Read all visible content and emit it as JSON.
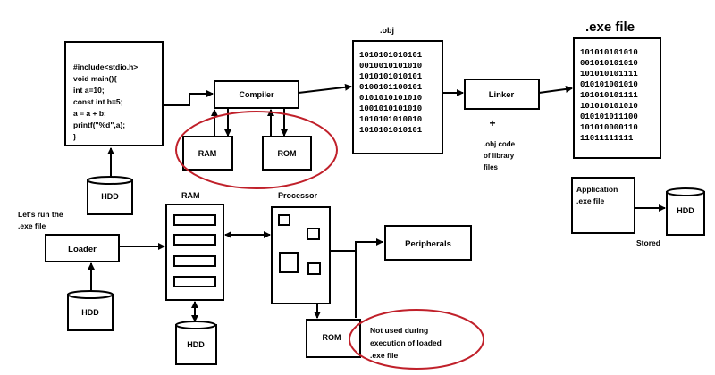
{
  "title_obj": ".obj",
  "title_exe": ".exe file",
  "source_code": [
    "#include<stdio.h>",
    "void main(){",
    "int a=10;",
    "const int b=5;",
    "a = a + b;",
    "printf(\"%d\",a);",
    "}"
  ],
  "compiler": "Compiler",
  "ram_top": "RAM",
  "rom_top": "ROM",
  "hdd_top": "HDD",
  "obj_binary": [
    "1010101010101",
    "0010010101010",
    "1010101010101",
    "0100101100101",
    "0101010101010",
    "1001010101010",
    "1010101010010",
    "1010101010101"
  ],
  "linker": "Linker",
  "plus": "+",
  "lib_note": [
    ".obj code",
    "of library",
    "files"
  ],
  "exe_binary": [
    "101010101010",
    "001010101010",
    "101010101111",
    "010101001010",
    "101010101111",
    "101010101010",
    "010101011100",
    "101010000110",
    "11011111111"
  ],
  "app_box": [
    "Application",
    ".exe file"
  ],
  "stored": "Stored",
  "hdd_right": "HDD",
  "run_note": [
    "Let's run the",
    ".exe file"
  ],
  "loader": "Loader",
  "hdd_loader": "HDD",
  "ram_label": "RAM",
  "hdd_ram": "HDD",
  "processor": "Processor",
  "peripherals": "Peripherals",
  "rom_bottom": "ROM",
  "not_used_note": [
    "Not used during",
    "execution of loaded",
    ".exe file"
  ],
  "colors": {
    "ink": "#000000",
    "circle": "#c0202a",
    "background": "#ffffff"
  }
}
